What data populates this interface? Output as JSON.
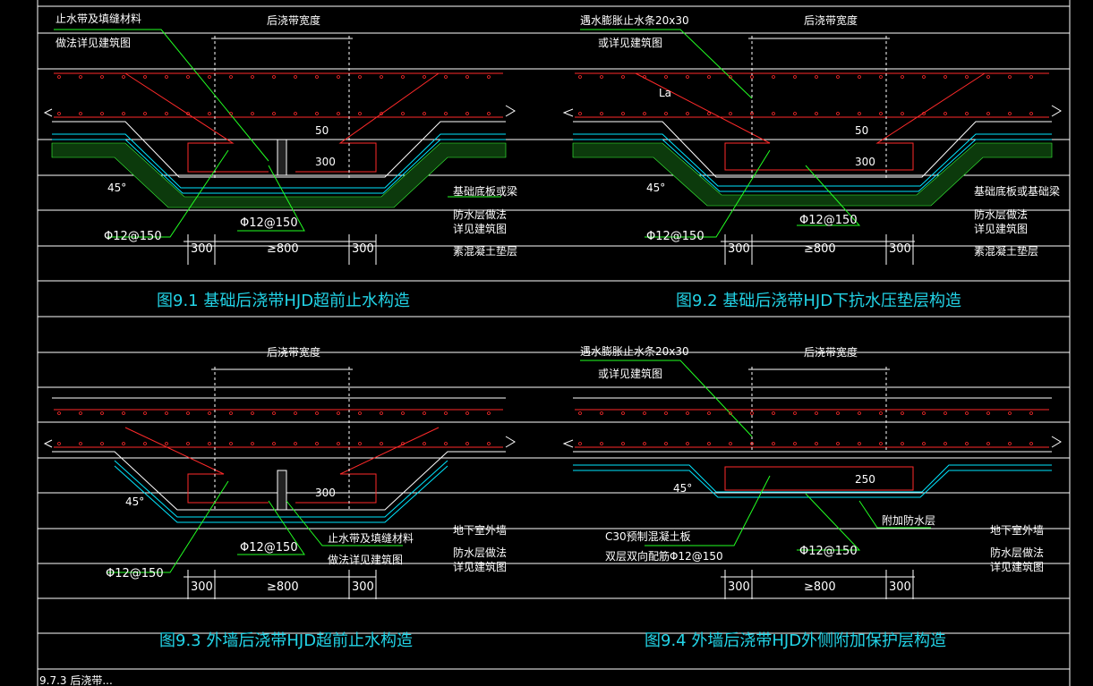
{
  "colors": {
    "background": "#000000",
    "slab": "#ffffff",
    "rebar": "#ff2a2a",
    "leader": "#22ff22",
    "waterproof": "#00e6ff",
    "caption": "#22d3e6",
    "gravel": "#39ff39"
  },
  "figures": [
    {
      "caption": "图9.1   基础后浇带HJD超前止水构造",
      "width_label": "后浇带宽度",
      "note1_a": "止水带及填缝材料",
      "note1_b": "做法详见建筑图",
      "dim_50": "50",
      "dim_300v": "300",
      "angle": "45°",
      "rebar_a": "Φ12@150",
      "rebar_b": "Φ12@150",
      "dim_left": "300",
      "dim_mid": "≥800",
      "dim_right": "300",
      "legend": [
        "基础底板或梁",
        "防水层做法",
        "详见建筑图",
        "素混凝土垫层"
      ]
    },
    {
      "caption": "图9.2   基础后浇带HJD下抗水压垫层构造",
      "width_label": "后浇带宽度",
      "note1_a": "遇水膨胀止水条20x30",
      "note1_b": "或详见建筑图",
      "la": "La",
      "dim_50": "50",
      "dim_300v": "300",
      "angle": "45°",
      "rebar_a": "Φ12@150",
      "rebar_b": "Φ12@150",
      "dim_left": "300",
      "dim_mid": "≥800",
      "dim_right": "300",
      "legend": [
        "基础底板或基础梁",
        "防水层做法",
        "详见建筑图",
        "素混凝土垫层"
      ]
    },
    {
      "caption": "图9.3   外墙后浇带HJD超前止水构造",
      "width_label": "后浇带宽度",
      "dim_300v": "300",
      "angle": "45°",
      "rebar_a": "Φ12@150",
      "rebar_b": "Φ12@150",
      "note2_a": "止水带及填缝材料",
      "note2_b": "做法详见建筑图",
      "dim_left": "300",
      "dim_mid": "≥800",
      "dim_right": "300",
      "legend": [
        "地下室外墙",
        "防水层做法",
        "详见建筑图"
      ]
    },
    {
      "caption": "图9.4   外墙后浇带HJD外侧附加保护层构造",
      "width_label": "后浇带宽度",
      "note1_a": "遇水膨胀止水条20x30",
      "note1_b": "或详见建筑图",
      "dim_250": "250",
      "angle": "45°",
      "extra_layer": "附加防水层",
      "plate_a": "C30预制混凝土板",
      "plate_b": "双层双向配筋Φ12@150",
      "rebar_a": "Φ12@150",
      "dim_left": "300",
      "dim_mid": "≥800",
      "dim_right": "300",
      "legend": [
        "地下室外墙",
        "防水层做法",
        "详见建筑图"
      ]
    }
  ],
  "footer_text": "9.7.3 后浇带..."
}
